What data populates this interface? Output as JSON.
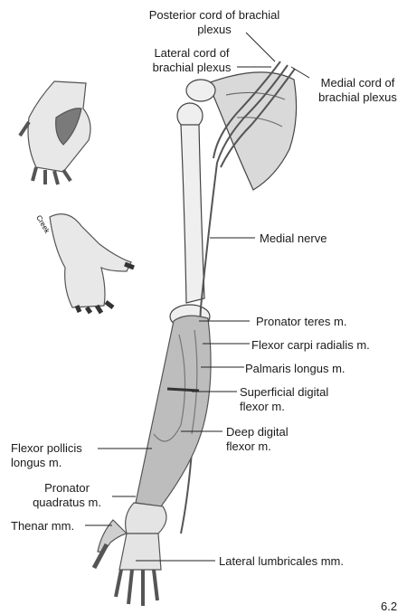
{
  "labels": {
    "posterior_cord": "Posterior cord of brachial plexus",
    "lateral_cord": "Lateral cord of brachial plexus",
    "medial_cord": "Medial cord of brachial plexus",
    "medial_nerve": "Medial nerve",
    "pronator_teres": "Pronator teres m.",
    "flexor_carpi_radialis": "Flexor carpi radialis m.",
    "palmaris_longus": "Palmaris longus m.",
    "superficial_digital_flexor": "Superficial digital flexor m.",
    "deep_digital_flexor": "Deep digital flexor m.",
    "flexor_pollicis_longus": "Flexor pollicis longus m.",
    "pronator_quadratus": "Pronator quadratus m.",
    "thenar": "Thenar mm.",
    "lateral_lumbricales": "Lateral lumbricales mm."
  },
  "inset_hand_text": "Creek",
  "figure_number": "6.2"
}
